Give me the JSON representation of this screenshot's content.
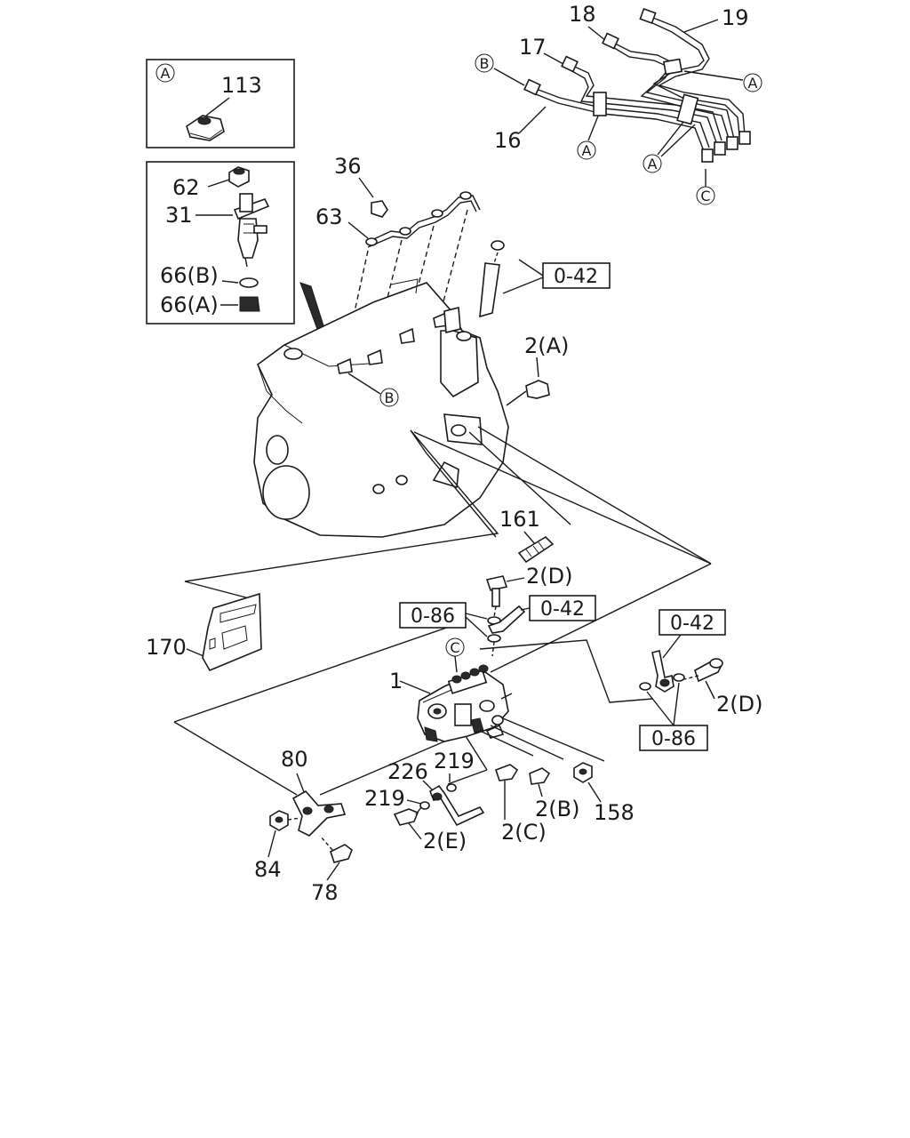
{
  "labels": {
    "p113": "113",
    "p62": "62",
    "p31": "31",
    "p66b": "66(B)",
    "p66a": "66(A)",
    "p36": "36",
    "p63": "63",
    "p18": "18",
    "p19": "19",
    "p17": "17",
    "p16": "16",
    "p2a": "2(A)",
    "p161": "161",
    "p2d_top": "2(D)",
    "p170": "170",
    "p1": "1",
    "p2d_right": "2(D)",
    "p80": "80",
    "p226": "226",
    "p219_top": "219",
    "p219_left": "219",
    "p2e": "2(E)",
    "p2c": "2(C)",
    "p2b": "2(B)",
    "p158": "158",
    "p84": "84",
    "p78": "78"
  },
  "refs": {
    "r042_mid": "0-42",
    "r086_left": "0-86",
    "r042_pump": "0-42",
    "r042_right": "0-42",
    "r086_right": "0-86"
  },
  "circles": {
    "c_inset_a": "A",
    "c_b_pipe": "B",
    "c_a_pipe_right": "A",
    "c_a_pipe_mid": "A",
    "c_a_pipe_low": "A",
    "c_c_pipe": "C",
    "c_b_engine": "B",
    "c_c_pump": "C"
  }
}
